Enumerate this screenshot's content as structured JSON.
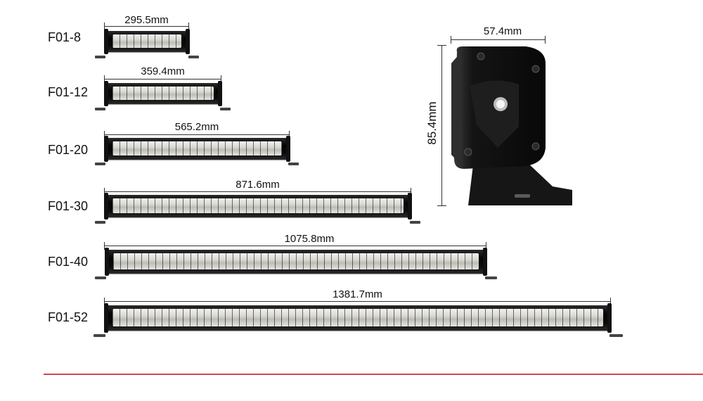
{
  "models": [
    {
      "label": "F01-8",
      "dimension": "295.5mm"
    },
    {
      "label": "F01-12",
      "dimension": "359.4mm"
    },
    {
      "label": "F01-20",
      "dimension": "565.2mm"
    },
    {
      "label": "F01-30",
      "dimension": "871.6mm"
    },
    {
      "label": "F01-40",
      "dimension": "1075.8mm"
    },
    {
      "label": "F01-52",
      "dimension": "1381.7mm"
    }
  ],
  "side_view": {
    "width_dimension": "57.4mm",
    "height_dimension": "85.4mm"
  },
  "colors": {
    "divider": "#d9454e",
    "bar_body": "#0a0a0a"
  }
}
